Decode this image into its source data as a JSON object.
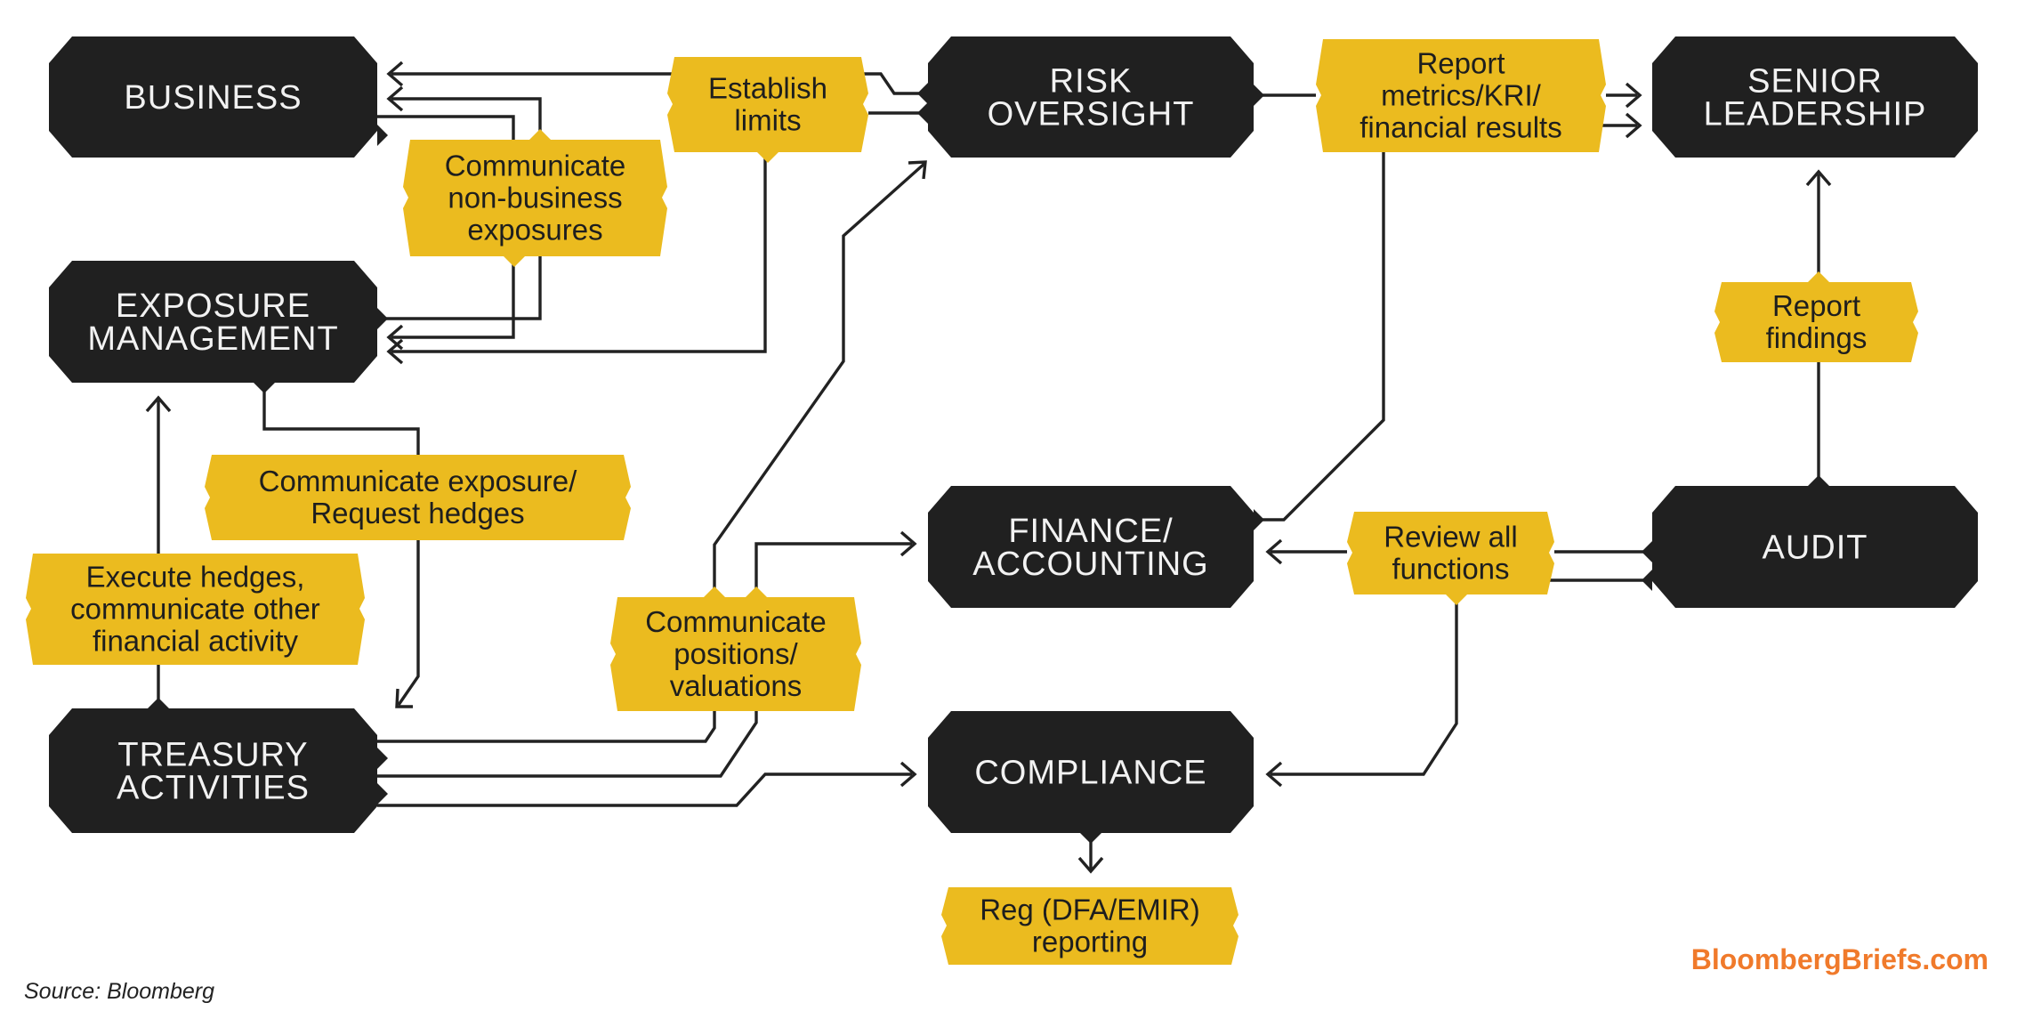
{
  "diagram": {
    "colors": {
      "node_fill": "#202020",
      "node_text": "#f2f2f2",
      "label_fill": "#ebbb1f",
      "label_text": "#1e1e1e",
      "connector": "#222222",
      "brand": "#f07a2b"
    },
    "nodes": [
      {
        "id": "business",
        "lines": [
          "BUSINESS"
        ]
      },
      {
        "id": "exposure-management",
        "lines": [
          "EXPOSURE",
          "MANAGEMENT"
        ]
      },
      {
        "id": "treasury-activities",
        "lines": [
          "TREASURY",
          "ACTIVITIES"
        ]
      },
      {
        "id": "risk-oversight",
        "lines": [
          "RISK",
          "OVERSIGHT"
        ]
      },
      {
        "id": "finance-accounting",
        "lines": [
          "FINANCE/",
          "ACCOUNTING"
        ]
      },
      {
        "id": "compliance",
        "lines": [
          "COMPLIANCE"
        ]
      },
      {
        "id": "senior-leadership",
        "lines": [
          "SENIOR",
          "LEADERSHIP"
        ]
      },
      {
        "id": "audit",
        "lines": [
          "AUDIT"
        ]
      }
    ],
    "labels": [
      {
        "id": "establish-limits",
        "lines": [
          "Establish",
          "limits"
        ]
      },
      {
        "id": "communicate-non-business-exposures",
        "lines": [
          "Communicate",
          "non-business",
          "exposures"
        ]
      },
      {
        "id": "communicate-exposure-request-hedges",
        "lines": [
          "Communicate exposure/",
          "Request hedges"
        ]
      },
      {
        "id": "execute-hedges",
        "lines": [
          "Execute hedges,",
          "communicate other",
          "financial activity"
        ]
      },
      {
        "id": "communicate-positions-valuations",
        "lines": [
          "Communicate",
          "positions/",
          "valuations"
        ]
      },
      {
        "id": "report-metrics",
        "lines": [
          "Report",
          "metrics/KRI/",
          "financial results"
        ]
      },
      {
        "id": "report-findings",
        "lines": [
          "Report",
          "findings"
        ]
      },
      {
        "id": "review-all-functions",
        "lines": [
          "Review all",
          "functions"
        ]
      },
      {
        "id": "reg-reporting",
        "lines": [
          "Reg (DFA/EMIR)",
          "reporting"
        ]
      }
    ],
    "edges": [
      {
        "from": "risk-oversight",
        "via": "establish-limits",
        "to": "business"
      },
      {
        "from": "risk-oversight",
        "via": "establish-limits",
        "to": "exposure-management"
      },
      {
        "from": "business",
        "via": "communicate-non-business-exposures",
        "to": "exposure-management"
      },
      {
        "from": "exposure-management",
        "via": "communicate-non-business-exposures",
        "to": "business"
      },
      {
        "from": "exposure-management",
        "via": "communicate-exposure-request-hedges",
        "to": "treasury-activities"
      },
      {
        "from": "treasury-activities",
        "via": "execute-hedges",
        "to": "exposure-management"
      },
      {
        "from": "treasury-activities",
        "via": "communicate-positions-valuations",
        "to": "risk-oversight"
      },
      {
        "from": "treasury-activities",
        "via": "communicate-positions-valuations",
        "to": "finance-accounting"
      },
      {
        "from": "treasury-activities",
        "to": "compliance"
      },
      {
        "from": "risk-oversight",
        "via": "report-metrics",
        "to": "senior-leadership"
      },
      {
        "from": "finance-accounting",
        "via": "report-metrics",
        "to": "senior-leadership"
      },
      {
        "from": "audit",
        "via": "report-findings",
        "to": "senior-leadership"
      },
      {
        "from": "audit",
        "via": "review-all-functions",
        "to": "finance-accounting"
      },
      {
        "from": "audit",
        "via": "review-all-functions",
        "to": "compliance"
      },
      {
        "from": "compliance",
        "to": "reg-reporting"
      }
    ]
  },
  "footer": {
    "source": "Source: Bloomberg",
    "brand": "BloombergBriefs.com"
  }
}
